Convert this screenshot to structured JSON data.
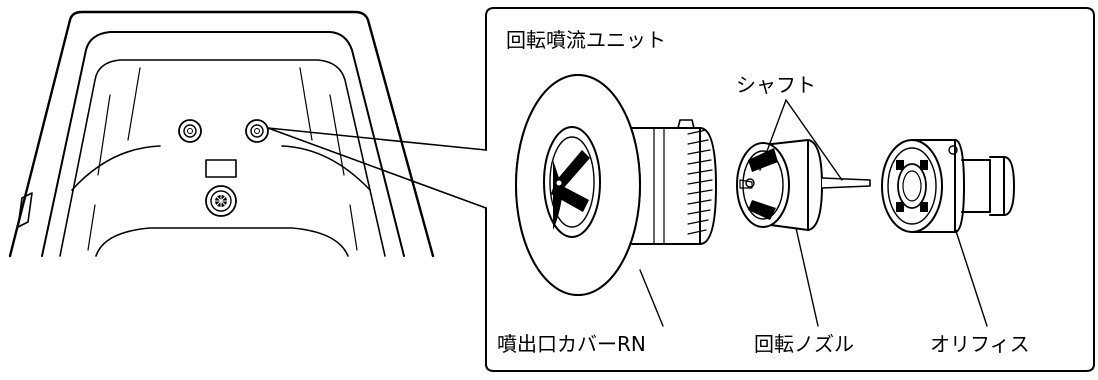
{
  "callout": {
    "title": "回転噴流ユニット"
  },
  "labels": {
    "shaft": "シャフト",
    "cover": "噴出口カバーRN",
    "nozzle": "回転ノズル",
    "orifice": "オリフィス"
  }
}
